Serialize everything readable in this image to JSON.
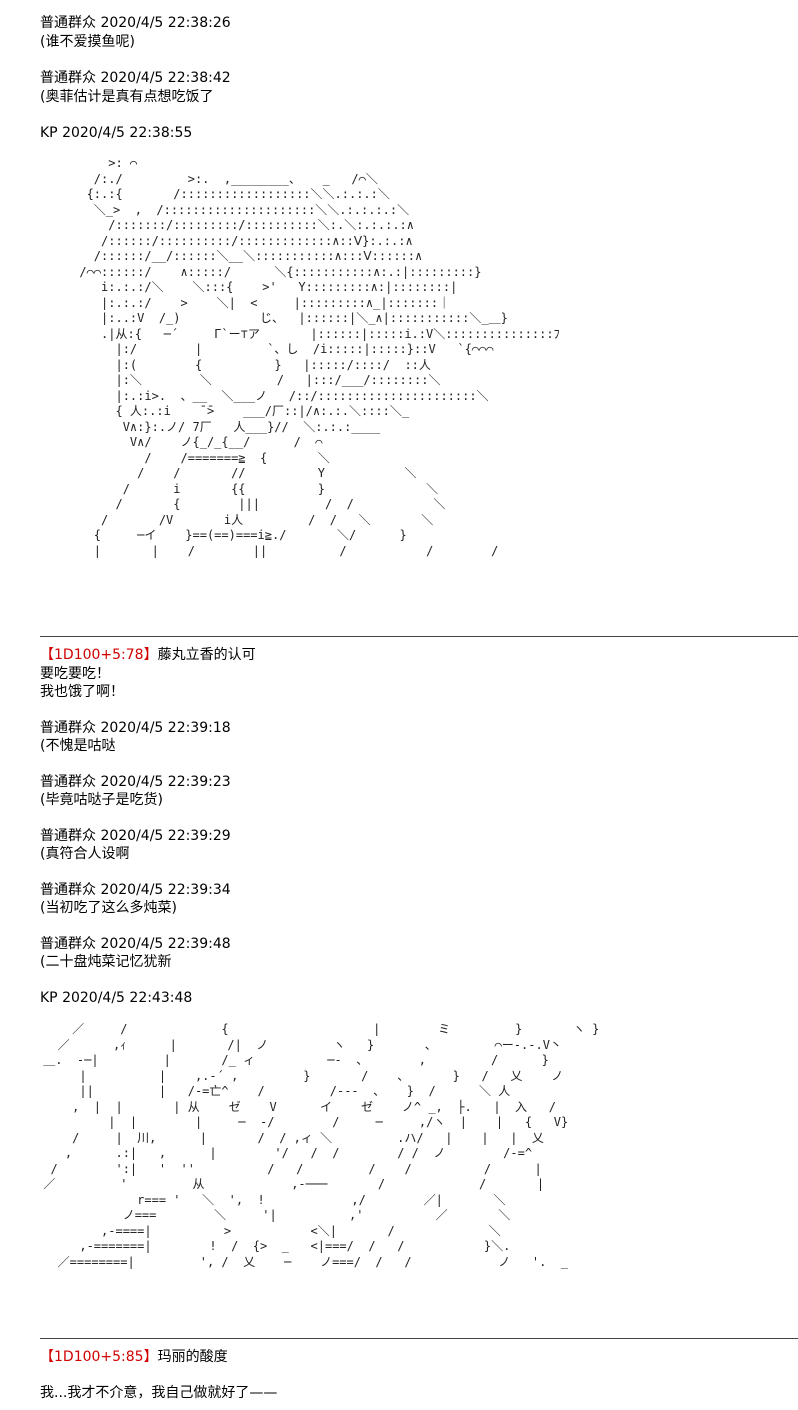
{
  "posts_top": [
    {
      "user": "普通群众",
      "time": "2020/4/5 22:38:26",
      "text": "(谁不爱摸鱼呢)"
    },
    {
      "user": "普通群众",
      "time": "2020/4/5 22:38:42",
      "text": "(奥菲估计是真有点想吃饭了"
    }
  ],
  "kp1": {
    "user": "KP",
    "time": "2020/4/5 22:38:55"
  },
  "dice1": {
    "tag": "1D100+5:78",
    "label": "藤丸立香的认可",
    "lines": [
      "要吃要吃！",
      "我也饿了啊！"
    ]
  },
  "posts_mid": [
    {
      "user": "普通群众",
      "time": "2020/4/5 22:39:18",
      "text": "(不愧是咕哒"
    },
    {
      "user": "普通群众",
      "time": "2020/4/5 22:39:23",
      "text": "(毕竟咕哒子是吃货)"
    },
    {
      "user": "普通群众",
      "time": "2020/4/5 22:39:29",
      "text": "(真符合人设啊"
    },
    {
      "user": "普通群众",
      "time": "2020/4/5 22:39:34",
      "text": "(当初吃了这么多炖菜)"
    },
    {
      "user": "普通群众",
      "time": "2020/4/5 22:39:48",
      "text": "(二十盘炖菜记忆犹新"
    }
  ],
  "kp2": {
    "user": "KP",
    "time": "2020/4/5 22:43:48"
  },
  "dice2": {
    "tag": "1D100+5:85",
    "label": "玛丽的酸度",
    "lines": [
      "我...我才不介意，我自己做就好了——"
    ]
  }
}
